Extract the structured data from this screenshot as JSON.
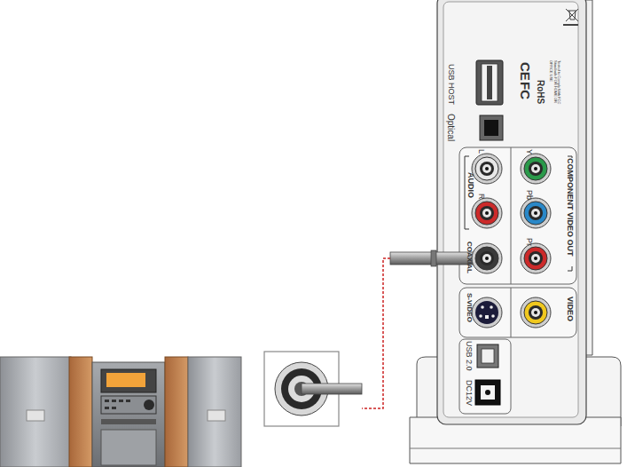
{
  "diagram": {
    "labels": [
      "USB HOST",
      "Optical",
      "CE",
      "FC",
      "RoHS",
      "Tested to Comply With FCC Standards FOR HOME OR OFFICE USE",
      "L",
      "R",
      "AUDIO",
      "Y",
      "Pb",
      "Pr",
      "COMPONENT VIDEO OUT",
      "COAXIAL",
      "S-VIDEO",
      "VIDEO",
      "USB 2.0",
      "DC12V"
    ]
  }
}
